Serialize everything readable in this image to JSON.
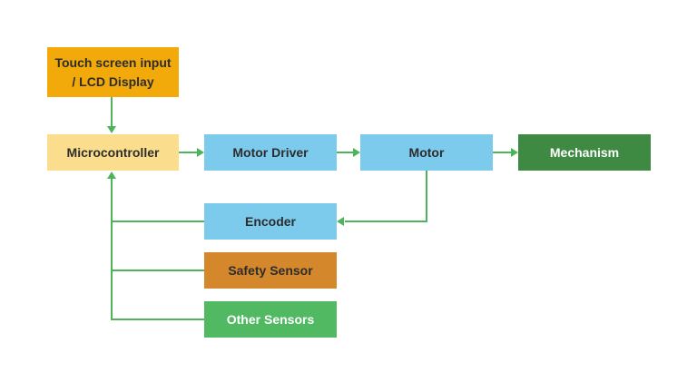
{
  "diagram": {
    "nodes": {
      "touch_screen": {
        "label": "Touch screen input / LCD Display"
      },
      "microcontroller": {
        "label": "Microcontroller"
      },
      "motor_driver": {
        "label": "Motor Driver"
      },
      "motor": {
        "label": "Motor"
      },
      "mechanism": {
        "label": "Mechanism"
      },
      "encoder": {
        "label": "Encoder"
      },
      "safety_sensor": {
        "label": "Safety Sensor"
      },
      "other_sensors": {
        "label": "Other Sensors"
      }
    },
    "edges": [
      {
        "from": "Touch screen input / LCD Display",
        "to": "Microcontroller"
      },
      {
        "from": "Microcontroller",
        "to": "Motor Driver"
      },
      {
        "from": "Motor Driver",
        "to": "Motor"
      },
      {
        "from": "Motor",
        "to": "Mechanism"
      },
      {
        "from": "Motor",
        "to": "Encoder"
      },
      {
        "from": "Encoder",
        "to": "Microcontroller"
      },
      {
        "from": "Safety Sensor",
        "to": "Microcontroller"
      },
      {
        "from": "Other Sensors",
        "to": "Microcontroller"
      }
    ],
    "colors": {
      "background": "#FFFFFF",
      "touch_screen_box": "#F2A90A",
      "microcontroller_box": "#FBDE8D",
      "motor_driver_box": "#7DCBEC",
      "motor_box": "#7DCBEC",
      "encoder_box": "#7DCBEC",
      "mechanism_box": "#3E8A42",
      "safety_sensor_box": "#D5872B",
      "other_sensors_box": "#52B963",
      "arrow": "#4DB45B",
      "text_dark": "#2D2D2D",
      "text_light": "#FFFFFF"
    }
  }
}
